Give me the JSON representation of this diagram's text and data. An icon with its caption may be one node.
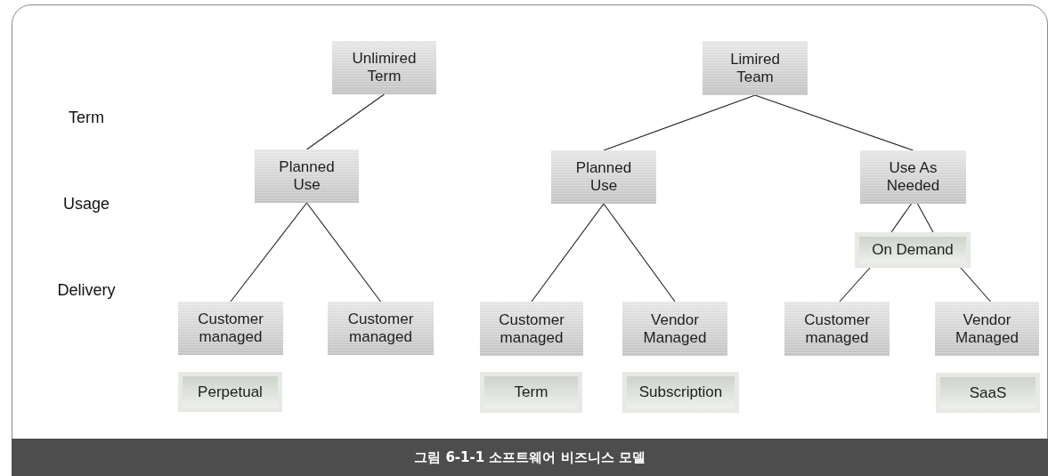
{
  "diagram": {
    "caption": "그림 6-1-1 소프트웨어 비즈니스 모델",
    "nodes": [
      {
        "text": [
          "Unlimired Term"
        ]
      },
      {
        "text": [
          "Limired Team"
        ]
      },
      {
        "text": [
          "Planned Use"
        ]
      },
      {
        "text": [
          "Planned Use"
        ]
      },
      {
        "text": [
          "Use As Needed"
        ]
      },
      {
        "text": [
          "On Demand"
        ]
      },
      {
        "text": [
          "Customer managed"
        ]
      },
      {
        "text": [
          "Customer managed"
        ]
      },
      {
        "text": [
          "Customer managed"
        ]
      },
      {
        "text": [
          "Vendor Managed"
        ]
      },
      {
        "text": [
          "Customer managed"
        ]
      },
      {
        "text": [
          "Vendor Managed"
        ]
      },
      {
        "text": [
          "Perpetual"
        ]
      },
      {
        "text": [
          "Term"
        ]
      },
      {
        "text": [
          "Subscription"
        ]
      },
      {
        "text": [
          "SaaS"
        ]
      }
    ],
    "edges": [
      {
        "from": 0,
        "to": 2,
        "arrow": "none"
      },
      {
        "from": 1,
        "to": 3,
        "arrow": "none"
      },
      {
        "from": 1,
        "to": 4,
        "arrow": "none"
      },
      {
        "from": 2,
        "to": 6,
        "arrow": "none"
      },
      {
        "from": 2,
        "to": 7,
        "arrow": "none"
      },
      {
        "from": 3,
        "to": 8,
        "arrow": "none"
      },
      {
        "from": 3,
        "to": 9,
        "arrow": "none"
      },
      {
        "from": 4,
        "to": 5,
        "arrow": "none"
      },
      {
        "from": 4,
        "to": 5,
        "arrow": "none"
      },
      {
        "from": 5,
        "to": 10,
        "arrow": "none"
      },
      {
        "from": 5,
        "to": 11,
        "arrow": "none"
      }
    ],
    "labels": [
      "Term",
      "Usage",
      "Delivery"
    ]
  }
}
